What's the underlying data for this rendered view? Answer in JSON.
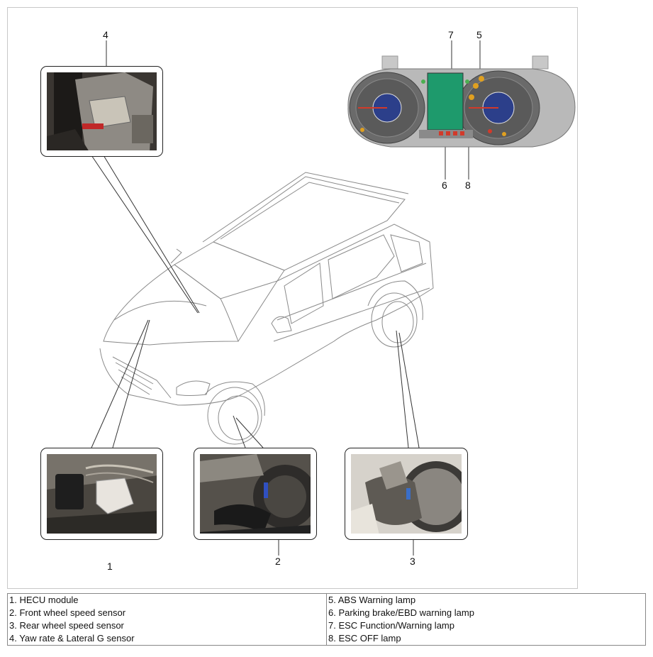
{
  "callouts": {
    "c1": "1",
    "c2": "2",
    "c3": "3",
    "c4": "4",
    "c5": "5",
    "c6": "6",
    "c7": "7",
    "c8": "8"
  },
  "legend": {
    "left": [
      "1. HECU module",
      "2. Front wheel speed sensor",
      "3. Rear wheel speed sensor",
      "4. Yaw rate & Lateral G sensor"
    ],
    "right": [
      "5. ABS Warning lamp",
      "6. Parking brake/EBD warning lamp",
      "7. ESC Function/Warning lamp",
      "8. ESC OFF lamp"
    ]
  },
  "colors": {
    "lcd_screen": "#1e9a6c",
    "gauge_face": "#5a5a5a",
    "gauge_center": "#2c3f8a",
    "warning_red": "#d23a2a",
    "warning_amber": "#e0a020"
  }
}
